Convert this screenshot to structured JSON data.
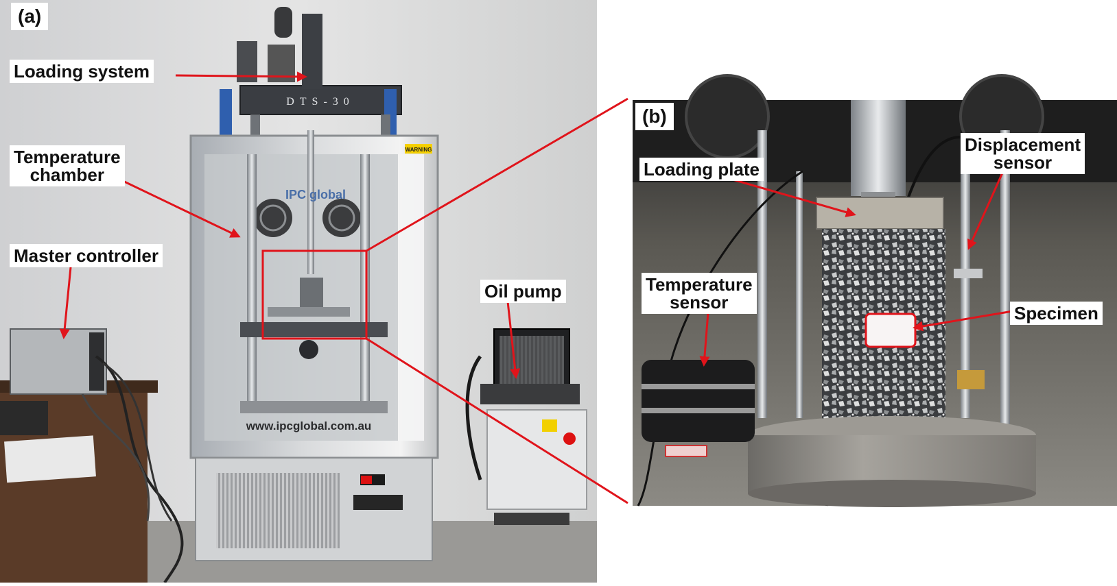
{
  "panels": {
    "a": {
      "tag": "(a)"
    },
    "b": {
      "tag": "(b)"
    }
  },
  "labels_a": {
    "loading_system": "Loading system",
    "temperature_chamber": "Temperature\nchamber",
    "master_controller": "Master controller",
    "oil_pump": "Oil pump"
  },
  "labels_b": {
    "loading_plate": "Loading plate",
    "displacement_sensor": "Displacement\nsensor",
    "temperature_sensor": "Temperature\nsensor",
    "specimen": "Specimen"
  },
  "device_text": {
    "model": "DTS-30",
    "brand": "IPC global",
    "website": "www.ipcglobal.com.au",
    "warning": "WARNING"
  },
  "colors": {
    "annotation_red": "#e0141b",
    "steel": "#b9bcc0",
    "wall": "#dcdcdc",
    "chamber_inner": "#c8ccd0"
  }
}
